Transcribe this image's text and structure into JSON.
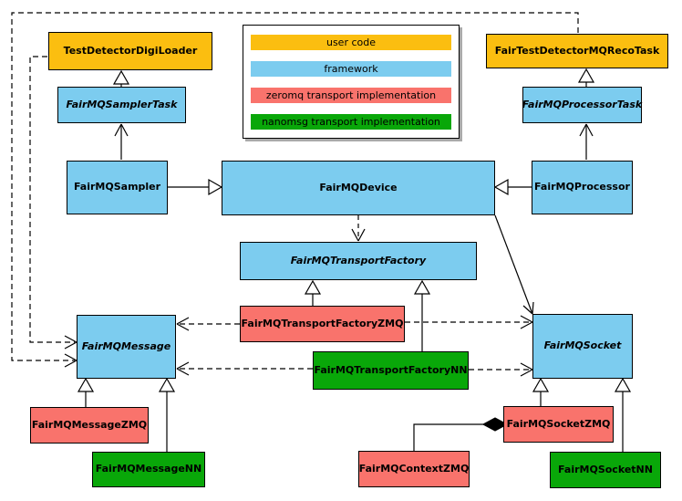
{
  "colors": {
    "user_code": "#FBBE10",
    "framework": "#7CCCEF",
    "zeromq": "#F9736C",
    "nanomsg": "#09A709"
  },
  "legend": {
    "items": [
      {
        "label": "user code",
        "color": "#FBBE10"
      },
      {
        "label": "framework",
        "color": "#7CCCEF"
      },
      {
        "label": "zeromq transport implementation",
        "color": "#F9736C"
      },
      {
        "label": "nanomsg transport implementation",
        "color": "#09A709"
      }
    ]
  },
  "nodes": {
    "test_detector_digi_loader": {
      "label": "TestDetectorDigiLoader",
      "category": "user code",
      "abstract": false
    },
    "fair_test_detector_mq_reco_task": {
      "label": "FairTestDetectorMQRecoTask",
      "category": "user code",
      "abstract": false
    },
    "fair_mq_sampler_task": {
      "label": "FairMQSamplerTask",
      "category": "framework",
      "abstract": true
    },
    "fair_mq_processor_task": {
      "label": "FairMQProcessorTask",
      "category": "framework",
      "abstract": true
    },
    "fair_mq_sampler": {
      "label": "FairMQSampler",
      "category": "framework",
      "abstract": false
    },
    "fair_mq_device": {
      "label": "FairMQDevice",
      "category": "framework",
      "abstract": false
    },
    "fair_mq_processor": {
      "label": "FairMQProcessor",
      "category": "framework",
      "abstract": false
    },
    "fair_mq_transport_factory": {
      "label": "FairMQTransportFactory",
      "category": "framework",
      "abstract": true
    },
    "fair_mq_transport_factory_zmq": {
      "label": "FairMQTransportFactoryZMQ",
      "category": "zeromq transport implementation",
      "abstract": false
    },
    "fair_mq_transport_factory_nn": {
      "label": "FairMQTransportFactoryNN",
      "category": "nanomsg transport implementation",
      "abstract": false
    },
    "fair_mq_message": {
      "label": "FairMQMessage",
      "category": "framework",
      "abstract": true
    },
    "fair_mq_socket": {
      "label": "FairMQSocket",
      "category": "framework",
      "abstract": true
    },
    "fair_mq_message_zmq": {
      "label": "FairMQMessageZMQ",
      "category": "zeromq transport implementation",
      "abstract": false
    },
    "fair_mq_message_nn": {
      "label": "FairMQMessageNN",
      "category": "nanomsg transport implementation",
      "abstract": false
    },
    "fair_mq_socket_zmq": {
      "label": "FairMQSocketZMQ",
      "category": "zeromq transport implementation",
      "abstract": false
    },
    "fair_mq_socket_nn": {
      "label": "FairMQSocketNN",
      "category": "nanomsg transport implementation",
      "abstract": false
    },
    "fair_mq_context_zmq": {
      "label": "FairMQContextZMQ",
      "category": "zeromq transport implementation",
      "abstract": false
    }
  },
  "edges": [
    {
      "from": "fair_mq_sampler_task",
      "to": "test_detector_digi_loader",
      "line": "solid",
      "head": "hollow-triangle"
    },
    {
      "from": "fair_mq_processor_task",
      "to": "fair_test_detector_mq_reco_task",
      "line": "solid",
      "head": "hollow-triangle"
    },
    {
      "from": "fair_mq_sampler",
      "to": "fair_mq_sampler_task",
      "line": "solid",
      "head": "open-arrow"
    },
    {
      "from": "fair_mq_processor",
      "to": "fair_mq_processor_task",
      "line": "solid",
      "head": "open-arrow"
    },
    {
      "from": "fair_mq_sampler",
      "to": "fair_mq_device",
      "line": "solid",
      "head": "hollow-triangle"
    },
    {
      "from": "fair_mq_processor",
      "to": "fair_mq_device",
      "line": "solid",
      "head": "hollow-triangle"
    },
    {
      "from": "fair_mq_device",
      "to": "fair_mq_transport_factory",
      "line": "dashed",
      "head": "open-arrow"
    },
    {
      "from": "fair_mq_device",
      "to": "fair_mq_socket",
      "line": "solid",
      "head": "open-arrow"
    },
    {
      "from": "fair_mq_transport_factory_zmq",
      "to": "fair_mq_transport_factory",
      "line": "solid",
      "head": "hollow-triangle"
    },
    {
      "from": "fair_mq_transport_factory_nn",
      "to": "fair_mq_transport_factory",
      "line": "solid",
      "head": "hollow-triangle"
    },
    {
      "from": "fair_mq_transport_factory_zmq",
      "to": "fair_mq_message",
      "line": "dashed",
      "head": "open-arrow"
    },
    {
      "from": "fair_mq_transport_factory_zmq",
      "to": "fair_mq_socket",
      "line": "dashed",
      "head": "open-arrow"
    },
    {
      "from": "fair_mq_transport_factory_nn",
      "to": "fair_mq_message",
      "line": "dashed",
      "head": "open-arrow"
    },
    {
      "from": "fair_mq_transport_factory_nn",
      "to": "fair_mq_socket",
      "line": "dashed",
      "head": "open-arrow"
    },
    {
      "from": "test_detector_digi_loader",
      "to": "fair_mq_message",
      "line": "dashed",
      "head": "open-arrow"
    },
    {
      "from": "fair_test_detector_mq_reco_task",
      "to": "fair_mq_message",
      "line": "dashed",
      "head": "open-arrow"
    },
    {
      "from": "fair_mq_message_zmq",
      "to": "fair_mq_message",
      "line": "solid",
      "head": "hollow-triangle"
    },
    {
      "from": "fair_mq_message_nn",
      "to": "fair_mq_message",
      "line": "solid",
      "head": "hollow-triangle"
    },
    {
      "from": "fair_mq_socket_zmq",
      "to": "fair_mq_socket",
      "line": "solid",
      "head": "hollow-triangle"
    },
    {
      "from": "fair_mq_socket_nn",
      "to": "fair_mq_socket",
      "line": "solid",
      "head": "hollow-triangle"
    },
    {
      "from": "fair_mq_context_zmq",
      "to": "fair_mq_socket_zmq",
      "line": "solid",
      "head": "filled-diamond"
    }
  ]
}
